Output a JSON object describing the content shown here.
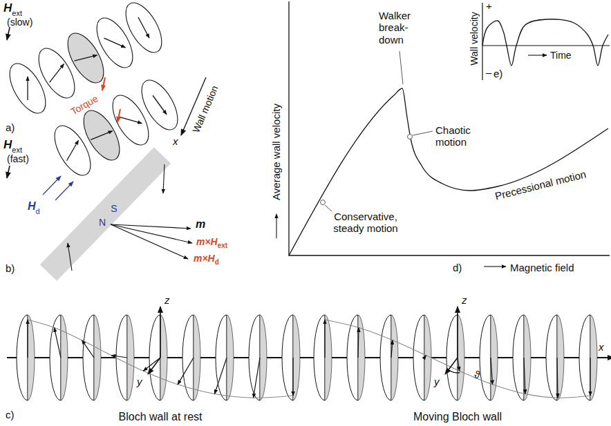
{
  "diagram": {
    "labels": [
      "H",
      "ext",
      "(slow)",
      "Torque",
      "x",
      "Wall motion",
      "a)",
      "H",
      "ext",
      "(fast)",
      "H",
      "d",
      "S",
      "N",
      "m",
      "m×H",
      "ext",
      "m×H",
      "d",
      "b)",
      "Walker break- down",
      "Chaotic motion",
      "Conservative, steady motion",
      "Precessional motion",
      "Average wall velocity",
      "Magnetic field",
      "d)",
      "Wall velocity",
      "+",
      "–",
      "e)",
      "Time",
      "z",
      "y",
      "Bloch wall at rest",
      "c)",
      "z",
      "y",
      "x",
      "ϑ",
      "Moving Bloch wall"
    ]
  }
}
